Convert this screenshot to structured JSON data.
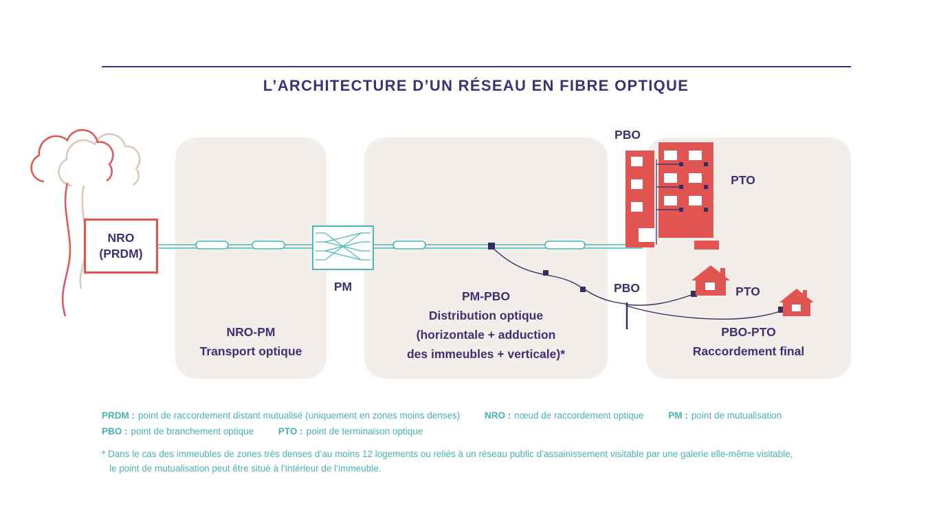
{
  "title": "L’ARCHITECTURE D’UN RÉSEAU EN FIBRE OPTIQUE",
  "colors": {
    "navy": "#3b3273",
    "teal": "#4cb6b6",
    "red": "#e05451",
    "panel_bg": "#f4eeea",
    "cloud_beige": "#d9c7ba"
  },
  "cloud_node": {
    "label_line1": "NRO",
    "label_line2": "(PRDM)"
  },
  "labels": {
    "pm": "PM",
    "pbo_building": "PBO",
    "pto_building": "PTO",
    "pbo_aerial": "PBO",
    "pto_house": "PTO"
  },
  "panels": [
    {
      "name": "NRO-PM",
      "caption": [
        "Transport optique"
      ]
    },
    {
      "name": "PM-PBO",
      "caption": [
        "Distribution optique",
        "(horizontale + adduction",
        "des immeubles + verticale)*"
      ]
    },
    {
      "name": "PBO-PTO",
      "caption": [
        "Raccordement final"
      ]
    }
  ],
  "legend": {
    "row1": [
      {
        "term": "PRDM :",
        "definition": "point de raccordement distant mutualisé (uniquement en zones moins denses)"
      },
      {
        "term": "NRO :",
        "definition": "nœud de raccordement optique"
      },
      {
        "term": "PM :",
        "definition": "point de mutualisation"
      }
    ],
    "row2": [
      {
        "term": "PBO :",
        "definition": "point de branchement optique"
      },
      {
        "term": "PTO :",
        "definition": "point de terminaison optique"
      }
    ]
  },
  "footnote": {
    "line1": "* Dans le cas des immeubles de zones très denses d’au moins 12 logements ou reliés à un réseau public d’assainissement visitable par une galerie elle-même visitable,",
    "line2": "le point de mutualisation peut être situé à l’intérieur de l’immeuble."
  }
}
